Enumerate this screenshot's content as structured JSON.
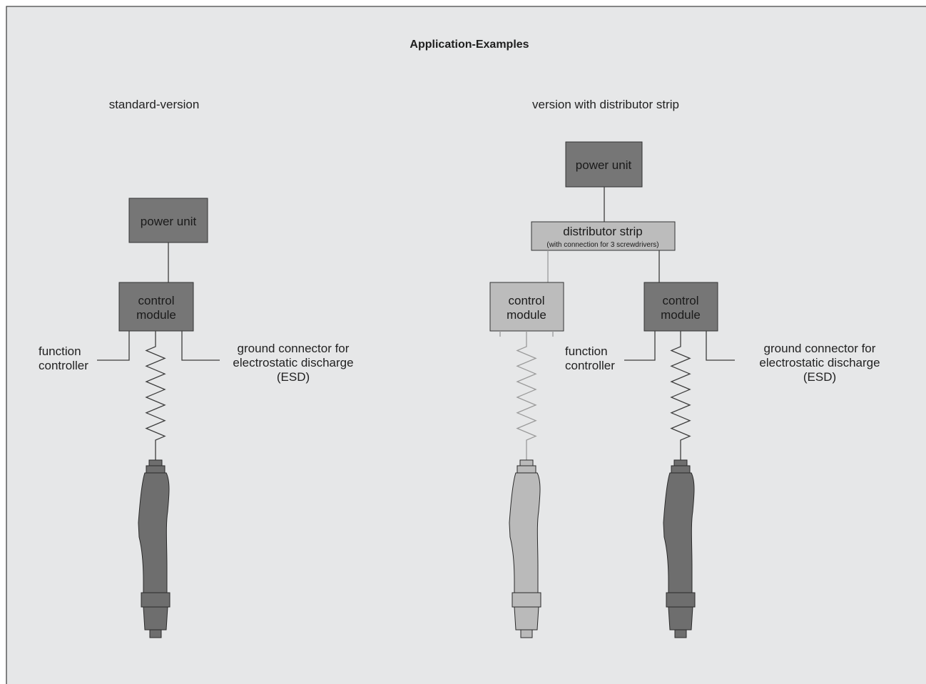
{
  "title": "Application-Examples",
  "standard": {
    "heading": "standard-version",
    "power_unit": "power unit",
    "control_module": [
      "control",
      "module"
    ],
    "function_controller": [
      "function",
      "controller"
    ],
    "ground_connector": [
      "ground connector for",
      "electrostatic discharge",
      "(ESD)"
    ]
  },
  "distributor_version": {
    "heading": "version with distributor strip",
    "power_unit": "power unit",
    "distributor_strip": "distributor strip",
    "distributor_note": "(with connection for 3 screwdrivers)",
    "control_module_left": [
      "control",
      "module"
    ],
    "control_module_right": [
      "control",
      "module"
    ],
    "function_controller": [
      "function",
      "controller"
    ],
    "ground_connector": [
      "ground connector for",
      "electrostatic discharge",
      "(ESD)"
    ]
  },
  "colors": {
    "background": "#e6e7e8",
    "frame": "#444444",
    "box_dark": "#767676",
    "box_light": "#bcbcbc",
    "line_dark": "#3c3c3c",
    "line_light": "#9a9a9a",
    "tool_dark": "#6e6e6e",
    "tool_light": "#bababa"
  }
}
